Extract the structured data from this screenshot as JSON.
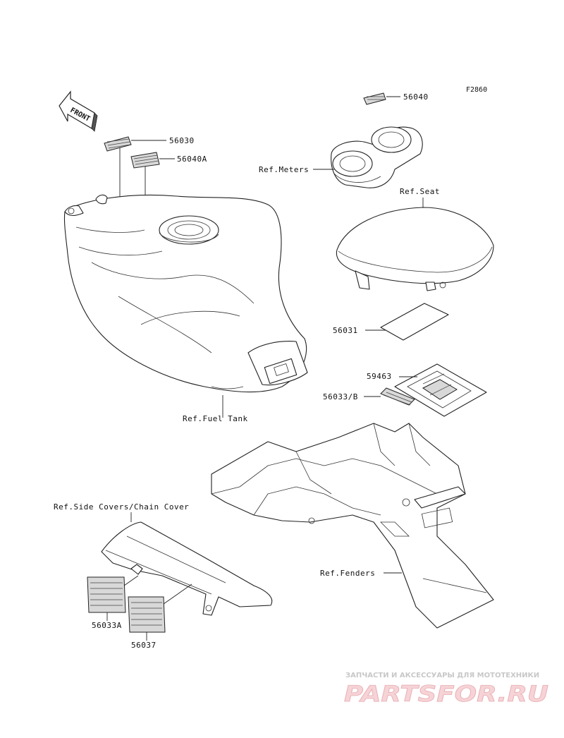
{
  "diagram_code": "F2860",
  "front_arrow_label": "FRONT",
  "labels": {
    "p56040": "56040",
    "p56030": "56030",
    "p56040A": "56040A",
    "ref_meters": "Ref.Meters",
    "ref_seat": "Ref.Seat",
    "p56031": "56031",
    "p59463": "59463",
    "p56033B": "56033/B",
    "ref_fuel_tank": "Ref.Fuel Tank",
    "ref_side_covers": "Ref.Side Covers/Chain Cover",
    "ref_fenders": "Ref.Fenders",
    "p56033A": "56033A",
    "p56037": "56037"
  },
  "watermark": {
    "tagline": "ЗАПЧАСТИ И АКСЕССУАРЫ ДЛЯ МОТОТЕХНИКИ",
    "logo": "PARTSFOR.RU"
  }
}
